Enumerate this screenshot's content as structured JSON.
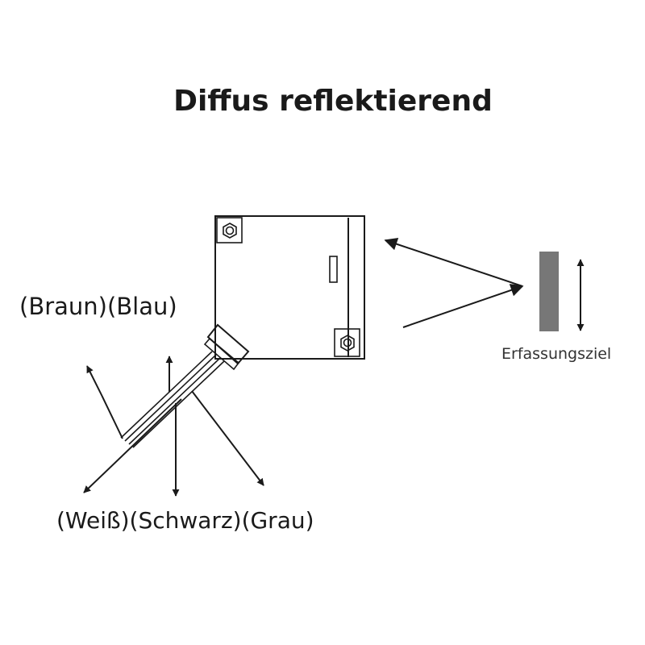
{
  "title": "Diffus reflektierend",
  "wires": {
    "top_label": "(Braun)(Blau)",
    "bottom_label": "(Weiß)(Schwarz)(Grau)"
  },
  "target": {
    "label": "Erfassungsziel",
    "color": "#777777"
  },
  "colors": {
    "line": "#1a1a1a",
    "background": "#ffffff"
  }
}
